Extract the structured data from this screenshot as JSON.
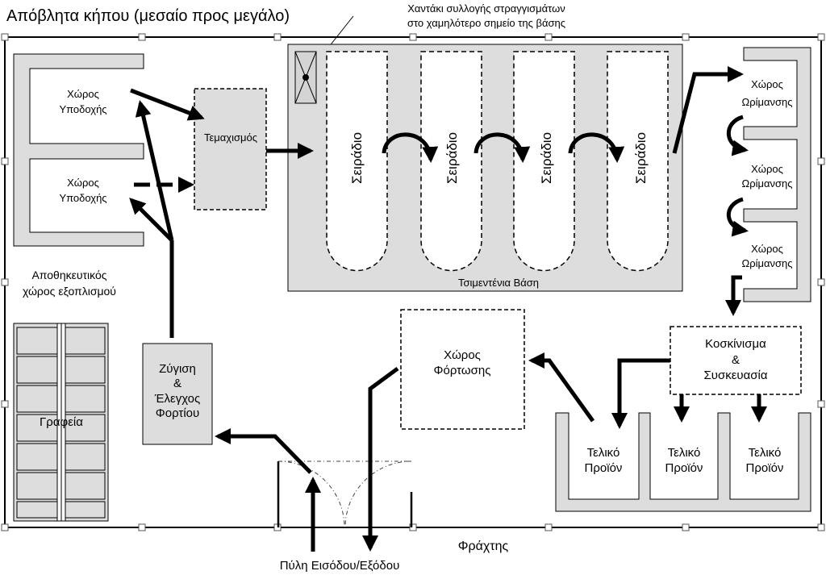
{
  "title": "Απόβλητα κήπου (μεσαίο προς μεγάλο)",
  "callout": {
    "line1": "Χαντάκι συλλογής στραγγισμάτων",
    "line2": "στο χαμηλότερο σημείο της βάσης"
  },
  "reception": [
    {
      "line1": "Χώρος",
      "line2": "Υποδοχής"
    },
    {
      "line1": "Χώρος",
      "line2": "Υποδοχής"
    }
  ],
  "shredding": "Τεμαχισμός",
  "windrows": [
    "Σειράδιο",
    "Σειράδιο",
    "Σειράδιο",
    "Σειράδιο"
  ],
  "base_label": "Τσιμεντένια Βάση",
  "curing": [
    {
      "line1": "Χώρος",
      "line2": "Ωρίμανσης"
    },
    {
      "line1": "Χώρος",
      "line2": "Ωρίμανσης"
    },
    {
      "line1": "Χώρος",
      "line2": "Ωρίμανσης"
    }
  ],
  "storage": {
    "line1": "Αποθηκευτικός",
    "line2": "χώρος εξοπλισμού"
  },
  "offices": "Γραφεία",
  "weighing": {
    "line1": "Ζύγιση",
    "line2": "&",
    "line3": "Έλεγχος",
    "line4": "Φορτίου"
  },
  "loading": {
    "line1": "Χώρος",
    "line2": "Φόρτωσης"
  },
  "screening": {
    "line1": "Κοσκίνισμα",
    "line2": "&",
    "line3": "Συσκευασία"
  },
  "final_products": [
    {
      "line1": "Τελικό",
      "line2": "Προϊόν"
    },
    {
      "line1": "Τελικό",
      "line2": "Προϊόν"
    },
    {
      "line1": "Τελικό",
      "line2": "Προϊόν"
    }
  ],
  "fence": "Φράχτης",
  "gate": "Πύλη Εισόδου/Εξόδου",
  "colors": {
    "fill": "#dddddd",
    "stroke": "#000000",
    "background": "#ffffff"
  }
}
